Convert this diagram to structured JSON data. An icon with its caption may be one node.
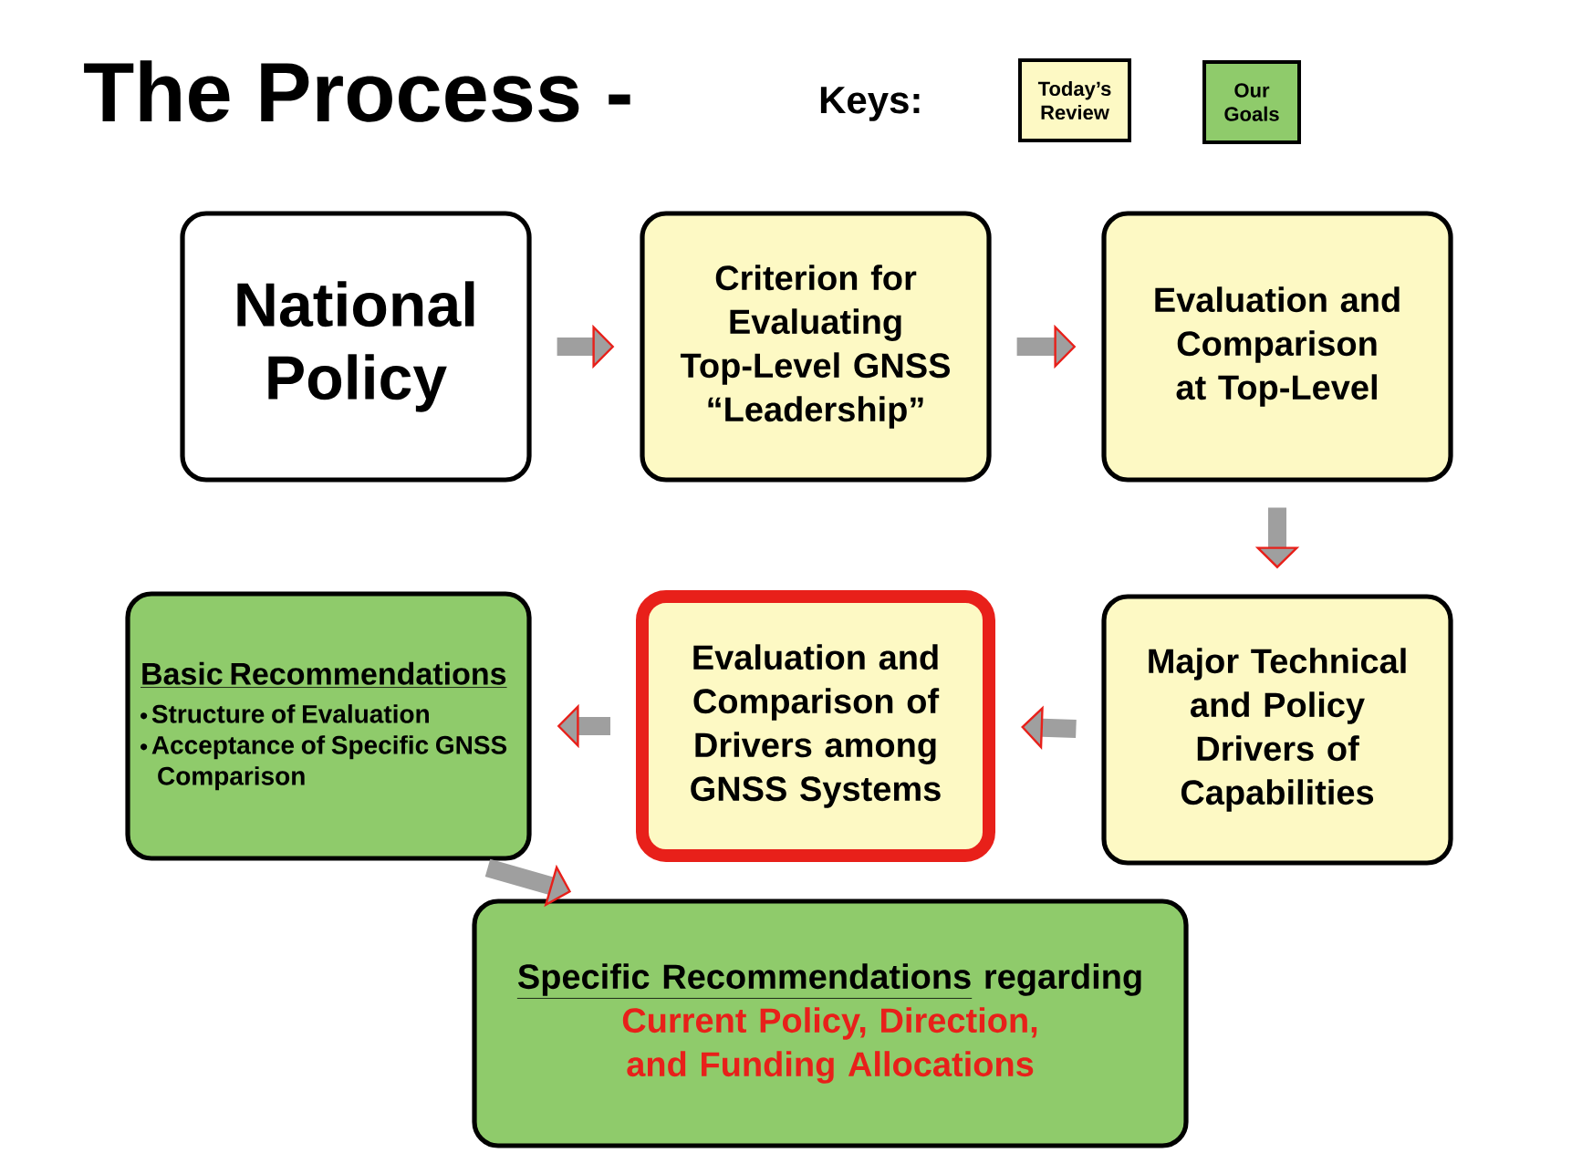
{
  "diagram": {
    "title": "The Process -",
    "nodes": [
      {
        "text": [
          "National Policy"
        ]
      },
      {
        "text": [
          "Criterion for Evaluating Top-Level GNSS “Leadership”"
        ]
      },
      {
        "text": [
          "Evaluation and Comparison at Top-Level"
        ]
      },
      {
        "text": [
          "Major Technical and Policy Drivers of Capabilities"
        ]
      },
      {
        "text": [
          "Evaluation and Comparison of Drivers among GNSS Systems"
        ]
      },
      {
        "text": [
          "Basic Recommendations",
          "Structure of Evaluation",
          "Acceptance of Specific GNSS Comparison"
        ]
      },
      {
        "text": [
          "Specific Recommendations",
          "regarding",
          "Current Policy, Direction, and Funding Allocations"
        ]
      }
    ],
    "edges": [
      {
        "from": 0,
        "to": 1,
        "arrow": "to"
      },
      {
        "from": 1,
        "to": 2,
        "arrow": "to"
      },
      {
        "from": 2,
        "to": 3,
        "arrow": "to"
      },
      {
        "from": 3,
        "to": 4,
        "arrow": "to"
      },
      {
        "from": 4,
        "to": 5,
        "arrow": "to"
      },
      {
        "from": 5,
        "to": 6,
        "arrow": "to"
      }
    ],
    "labels": [
      "Keys:"
    ],
    "legend": [
      {
        "text": "Today’s Review",
        "color": "#fdf9c4"
      },
      {
        "text": "Our Goals",
        "color": "#8fcb6b"
      }
    ]
  }
}
